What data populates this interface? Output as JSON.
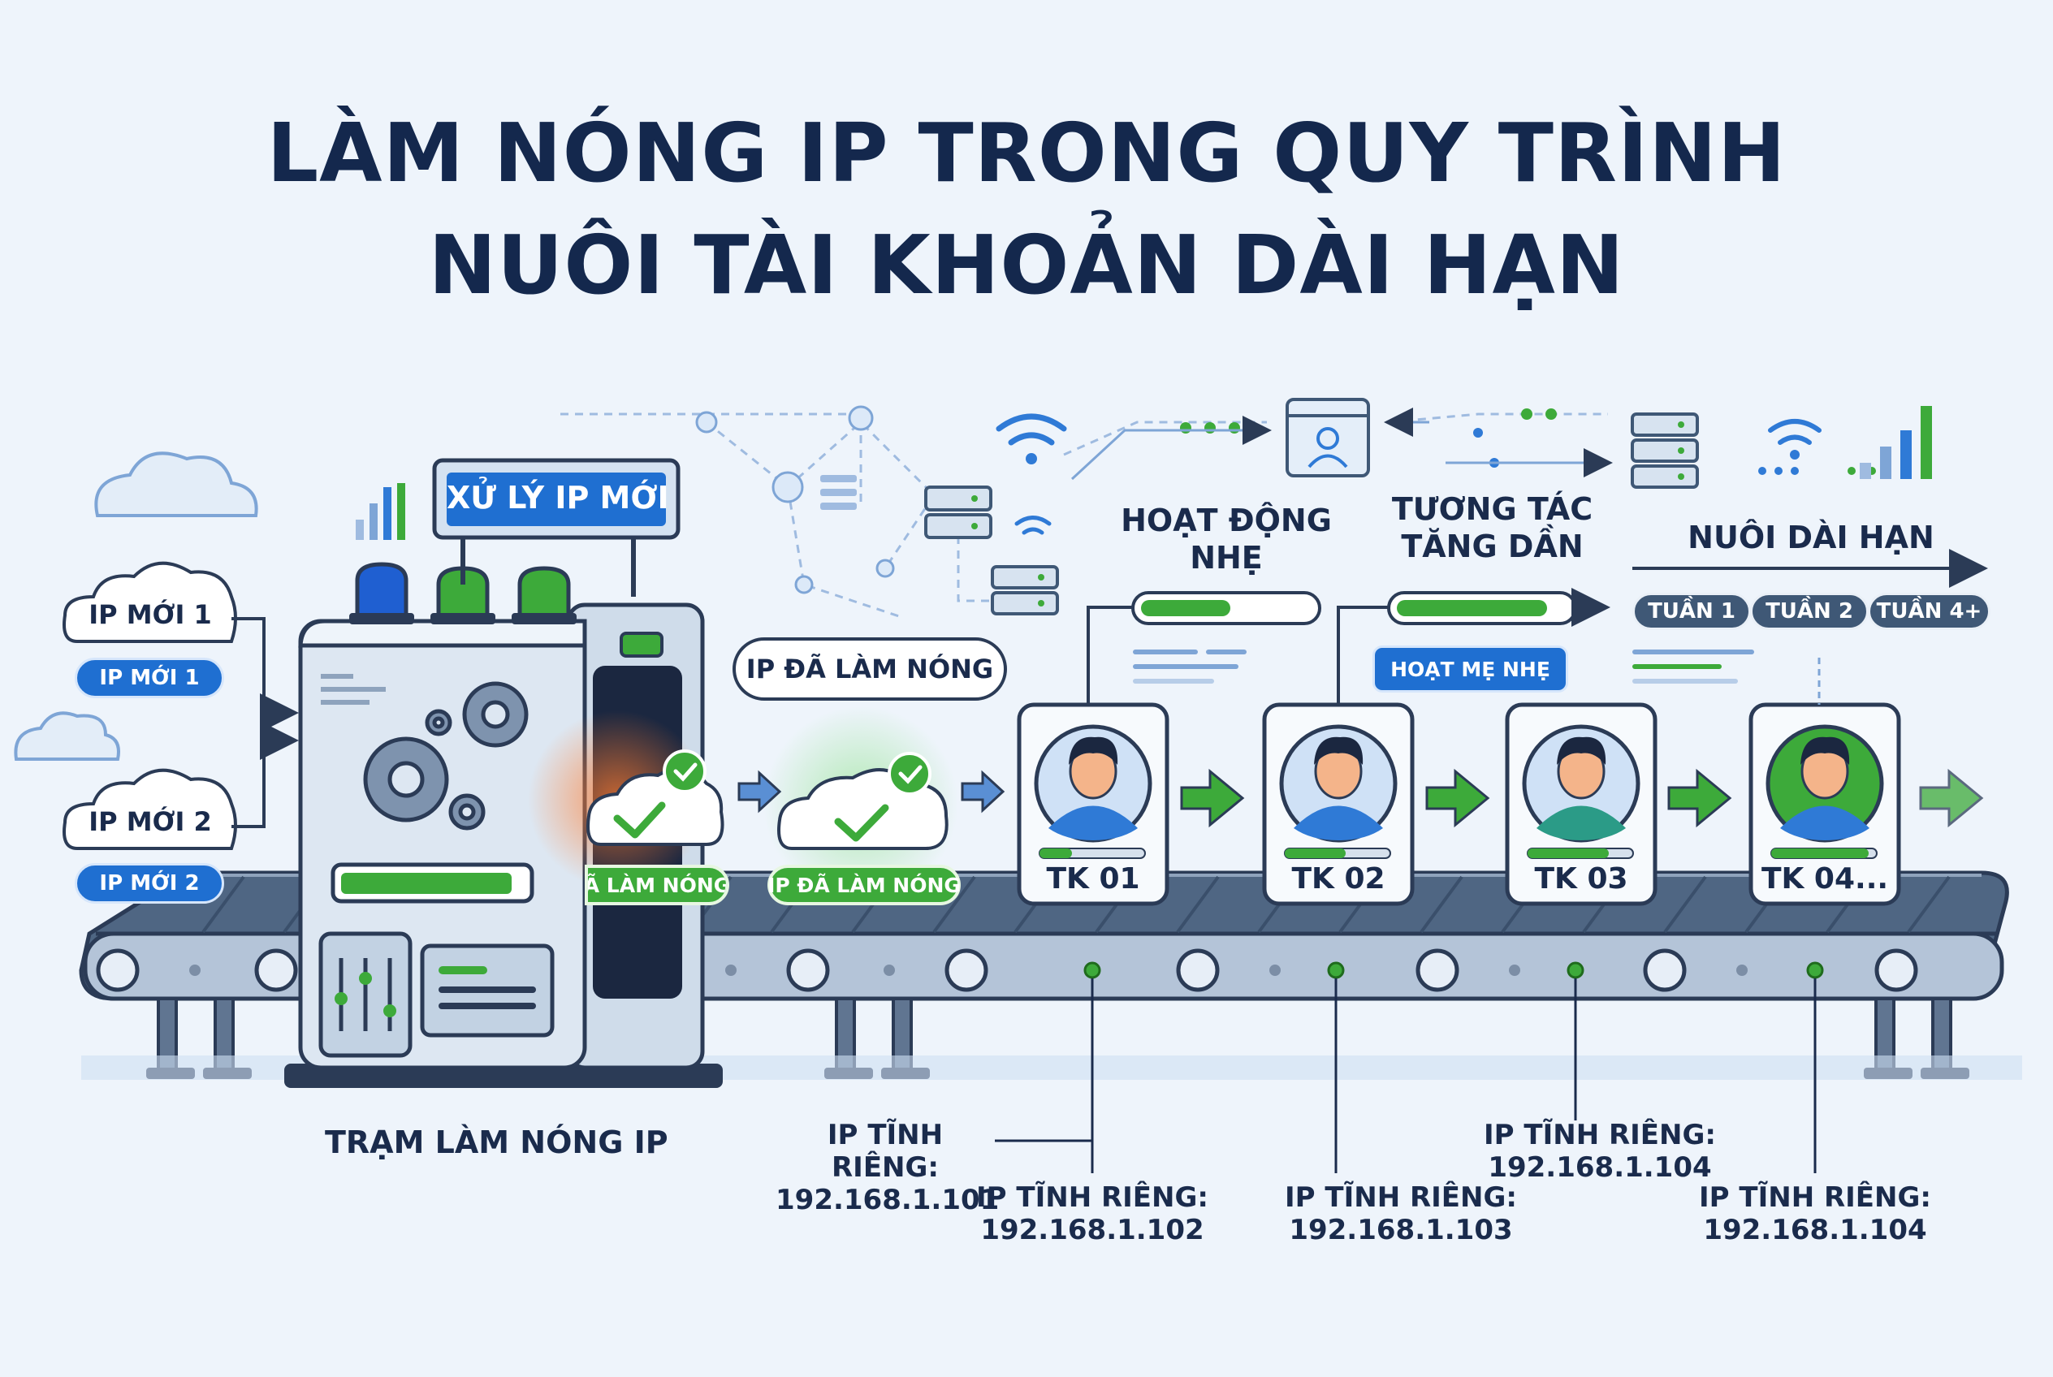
{
  "title": {
    "line1": "LÀM NÓNG IP TRONG QUY TRÌNH",
    "line2": "NUÔI TÀI KHOẢN DÀI HẠN"
  },
  "station": {
    "sign": "XỬ LÝ IP MỚI",
    "label": "TRẠM LÀM NÓNG IP"
  },
  "inputs": [
    {
      "bubble": "IP MỚI 1",
      "tag": "IP MỚI 1"
    },
    {
      "bubble": "IP MỚI 2",
      "tag": "IP MỚI 2"
    }
  ],
  "warmed": {
    "bubble": "IP ĐÃ LÀM NÓNG",
    "tag_partial": "Ã LÀM NÓNG",
    "tag": "IP ĐÃ LÀM NÓNG"
  },
  "stages": {
    "light": "HOẠT ĐỘNG\nNHẸ",
    "increase": "TƯƠNG TÁC\nTĂNG DẦN",
    "long_term": "NUÔI DÀI HẠN",
    "badge": "HOẠT MẸ NHẸ",
    "weeks": [
      "TUẦN 1",
      "TUẦN 2",
      "TUẦN 4+"
    ]
  },
  "accounts": [
    {
      "name": "TK 01",
      "ip_label": "IP TĨNH RIÊNG:",
      "ip": "192.168.1.101"
    },
    {
      "name": "TK 02",
      "ip_label": "IP TĨNH RIÊNG:",
      "ip": "192.168.1.102"
    },
    {
      "name": "TK 03",
      "ip_label": "IP TĨNH RIÊNG:",
      "ip": "192.168.1.103"
    },
    {
      "name": "TK 04...",
      "ip_label": "IP TĨNH RIÊNG:",
      "ip": "192.168.1.104"
    }
  ],
  "extra_ip": {
    "ip_label": "IP TĨNH RIÊNG:",
    "ip": "192.168.1.104"
  },
  "colors": {
    "navy": "#1a2b4c",
    "blue": "#1f6fd1",
    "green": "#3daa3a",
    "belt": "#4a5f7a"
  }
}
